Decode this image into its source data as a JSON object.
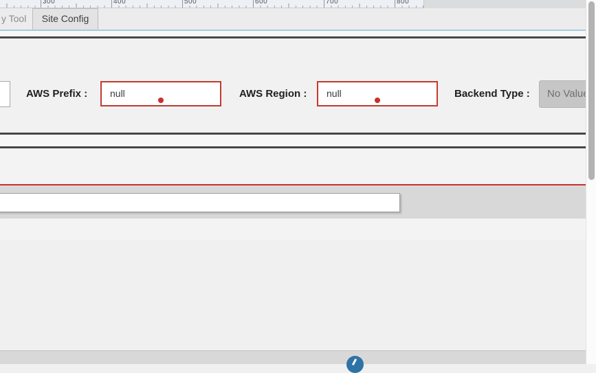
{
  "ruler": {
    "labels": [
      "300",
      "400",
      "500",
      "600",
      "700",
      "800"
    ]
  },
  "tabs": [
    {
      "label": "y Tool",
      "active": false
    },
    {
      "label": "Site Config",
      "active": true
    }
  ],
  "form": {
    "fields": [
      {
        "label": "AWS Prefix :",
        "value": "null",
        "state": "error"
      },
      {
        "label": "AWS Region :",
        "value": "null",
        "state": "error"
      },
      {
        "label": "Backend Type :",
        "value": "No Value",
        "state": "disabled"
      }
    ]
  },
  "text_input": {
    "value": "",
    "placeholder": ""
  },
  "footer": {
    "help_icon": "info-icon"
  },
  "colors": {
    "error_border": "#c23a2f",
    "error_dot": "#c9302c",
    "tab_underline_blue": "#a5cbdc",
    "divider_dark": "#474747",
    "divider_red": "#cc2d2d",
    "button_blue": "#2e73a6",
    "disabled_box_bg": "#c6c6c6"
  }
}
